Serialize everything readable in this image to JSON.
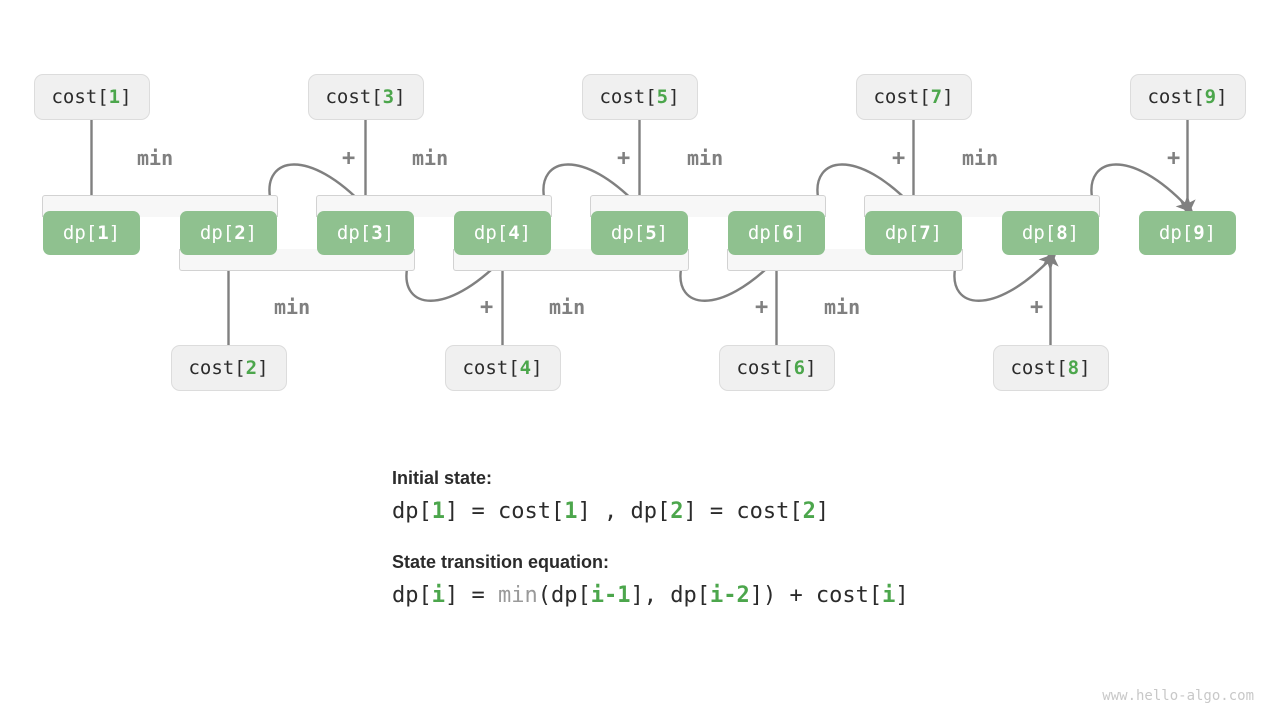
{
  "diagram": {
    "dp_nodes": [
      {
        "label": "dp[1]",
        "name": "dp",
        "index": "1"
      },
      {
        "label": "dp[2]",
        "name": "dp",
        "index": "2"
      },
      {
        "label": "dp[3]",
        "name": "dp",
        "index": "3"
      },
      {
        "label": "dp[4]",
        "name": "dp",
        "index": "4"
      },
      {
        "label": "dp[5]",
        "name": "dp",
        "index": "5"
      },
      {
        "label": "dp[6]",
        "name": "dp",
        "index": "6"
      },
      {
        "label": "dp[7]",
        "name": "dp",
        "index": "7"
      },
      {
        "label": "dp[8]",
        "name": "dp",
        "index": "8"
      },
      {
        "label": "dp[9]",
        "name": "dp",
        "index": "9"
      }
    ],
    "cost_nodes_top": [
      {
        "label": "cost[1]",
        "name": "cost",
        "index": "1"
      },
      {
        "label": "cost[3]",
        "name": "cost",
        "index": "3"
      },
      {
        "label": "cost[5]",
        "name": "cost",
        "index": "5"
      },
      {
        "label": "cost[7]",
        "name": "cost",
        "index": "7"
      },
      {
        "label": "cost[9]",
        "name": "cost",
        "index": "9"
      }
    ],
    "cost_nodes_bottom": [
      {
        "label": "cost[2]",
        "name": "cost",
        "index": "2"
      },
      {
        "label": "cost[4]",
        "name": "cost",
        "index": "4"
      },
      {
        "label": "cost[6]",
        "name": "cost",
        "index": "6"
      },
      {
        "label": "cost[8]",
        "name": "cost",
        "index": "8"
      }
    ],
    "edge_labels": {
      "min": "min",
      "plus": "+"
    },
    "min_labels_top": [
      "min",
      "min",
      "min",
      "min"
    ],
    "plus_labels_top": [
      "+",
      "+",
      "+",
      "+"
    ],
    "min_labels_bottom": [
      "min",
      "min",
      "min"
    ],
    "plus_labels_bottom": [
      "+",
      "+",
      "+"
    ],
    "colors": {
      "dp_fill": "#8FC18F",
      "cost_fill": "#F0F0F0",
      "index_green": "#4CA64C",
      "edge_gray": "#808080",
      "bracket_fill": "#F7F7F7"
    }
  },
  "caption": {
    "initial_state_heading": "Initial state:",
    "initial_state_equation": {
      "parts": [
        {
          "t": "dp[",
          "c": "dark"
        },
        {
          "t": "1",
          "c": "green"
        },
        {
          "t": "] = cost[",
          "c": "dark"
        },
        {
          "t": "1",
          "c": "green"
        },
        {
          "t": "] , dp[",
          "c": "dark"
        },
        {
          "t": "2",
          "c": "green"
        },
        {
          "t": "] = cost[",
          "c": "dark"
        },
        {
          "t": "2",
          "c": "green"
        },
        {
          "t": "]",
          "c": "dark"
        }
      ],
      "plain": "dp[1] = cost[1] , dp[2] = cost[2]"
    },
    "transition_heading": "State transition equation:",
    "transition_equation": {
      "parts": [
        {
          "t": "dp[",
          "c": "dark"
        },
        {
          "t": "i",
          "c": "green"
        },
        {
          "t": "] = ",
          "c": "dark"
        },
        {
          "t": "min",
          "c": "gray"
        },
        {
          "t": "(dp[",
          "c": "dark"
        },
        {
          "t": "i-1",
          "c": "green"
        },
        {
          "t": "], dp[",
          "c": "dark"
        },
        {
          "t": "i-2",
          "c": "green"
        },
        {
          "t": "]) + cost[",
          "c": "dark"
        },
        {
          "t": "i",
          "c": "green"
        },
        {
          "t": "]",
          "c": "dark"
        }
      ],
      "plain": "dp[i] = min(dp[i-1], dp[i-2]) + cost[i]"
    }
  },
  "footer": {
    "url": "www.hello-algo.com"
  }
}
